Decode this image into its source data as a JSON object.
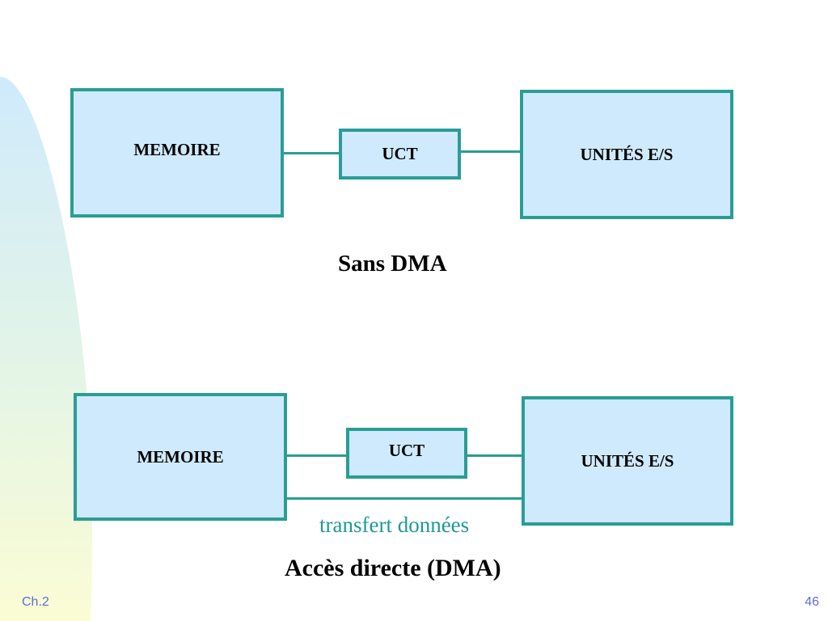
{
  "diagram_top": {
    "memory_label": "MEMOIRE",
    "cpu_label": "UCT",
    "io_label": "UNITÉS E/S",
    "caption": "Sans DMA"
  },
  "diagram_bottom": {
    "memory_label": "MEMOIRE",
    "cpu_label": "UCT",
    "io_label": "UNITÉS E/S",
    "direct_link_label": "transfert données",
    "caption": "Accès directe (DMA)"
  },
  "footer": {
    "chapter": "Ch.2",
    "page_number": "46"
  },
  "colors": {
    "box_fill": "#cfeafc",
    "box_border": "#2a9d95",
    "accent_text": "#1f9a94",
    "footer_text": "#5b6fd6"
  }
}
